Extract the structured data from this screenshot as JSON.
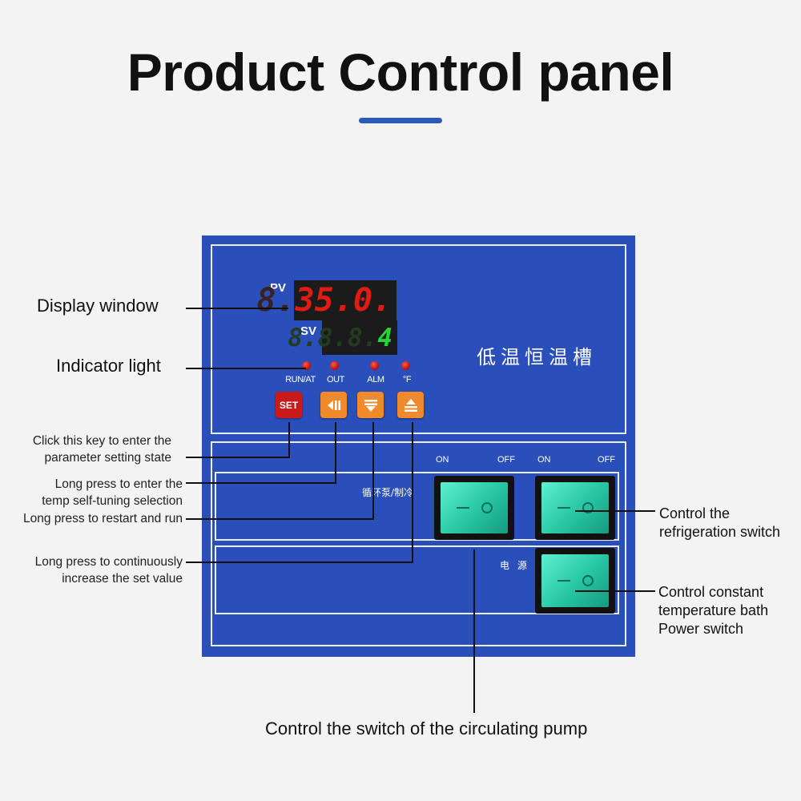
{
  "title": "Product Control panel",
  "colors": {
    "accent": "#2a5bb8",
    "panel": "#2a4fba",
    "set_key": "#c81a1a",
    "orange_key": "#f08a2c",
    "pv_digits": "#e11b12",
    "sv_digits": "#26d636"
  },
  "panel": {
    "pv_label": "PV",
    "sv_label": "SV",
    "pv_dim": "8.",
    "pv_value": "35.0.",
    "sv_dim": "8.8.8.",
    "sv_value": "4",
    "model_text": "低温恒温槽",
    "indicators": [
      "RUN/AT",
      "OUT",
      "ALM",
      "°F"
    ],
    "keys": {
      "set": "SET",
      "shift_icon": "shift-icon",
      "down_icon": "down-arrow-icon",
      "up_icon": "up-arrow-icon"
    },
    "switch_labels": {
      "left_on": "ON",
      "left_off": "OFF",
      "right_on": "ON",
      "right_off": "OFF"
    },
    "pump_label": "循环泵/制冷",
    "power_label": "电 源"
  },
  "annotations": {
    "display_window": "Display window",
    "indicator_light": "Indicator light",
    "set_key_line1": "Click this key to enter the",
    "set_key_line2": "parameter setting state",
    "tuning_line1": "Long press to enter the",
    "tuning_line2": "temp self-tuning selection",
    "restart": "Long press to restart and run",
    "increase_line1": "Long press to continuously",
    "increase_line2": "increase the set value",
    "refrig_line1": "Control the",
    "refrig_line2": "refrigeration switch",
    "power_line1": "Control constant",
    "power_line2": "temperature bath",
    "power_line3": "Power switch",
    "pump": "Control the switch of the circulating pump"
  }
}
